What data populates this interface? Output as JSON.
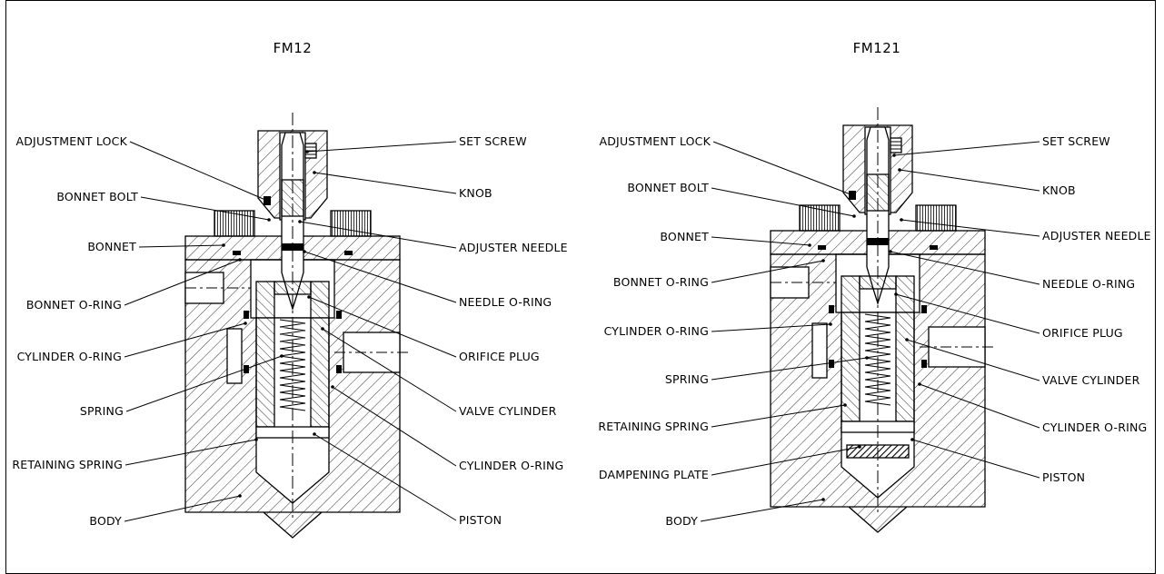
{
  "diagrams": [
    {
      "title": "FM12",
      "labels_left": [
        "ADJUSTMENT LOCK",
        "BONNET BOLT",
        "BONNET",
        "BONNET O-RING",
        "CYLINDER O-RING",
        "SPRING",
        "RETAINING SPRING",
        "BODY"
      ],
      "labels_right": [
        "SET SCREW",
        "KNOB",
        "ADJUSTER NEEDLE",
        "NEEDLE O-RING",
        "ORIFICE PLUG",
        "VALVE CYLINDER",
        "CYLINDER O-RING",
        "PISTON"
      ]
    },
    {
      "title": "FM121",
      "labels_left": [
        "ADJUSTMENT LOCK",
        "BONNET BOLT",
        "BONNET",
        "BONNET O-RING",
        "CYLINDER O-RING",
        "SPRING",
        "RETAINING SPRING",
        "DAMPENING PLATE",
        "BODY"
      ],
      "labels_right": [
        "SET SCREW",
        "KNOB",
        "ADJUSTER NEEDLE",
        "NEEDLE O-RING",
        "ORIFICE PLUG",
        "VALVE CYLINDER",
        "CYLINDER O-RING",
        "PISTON"
      ]
    }
  ]
}
